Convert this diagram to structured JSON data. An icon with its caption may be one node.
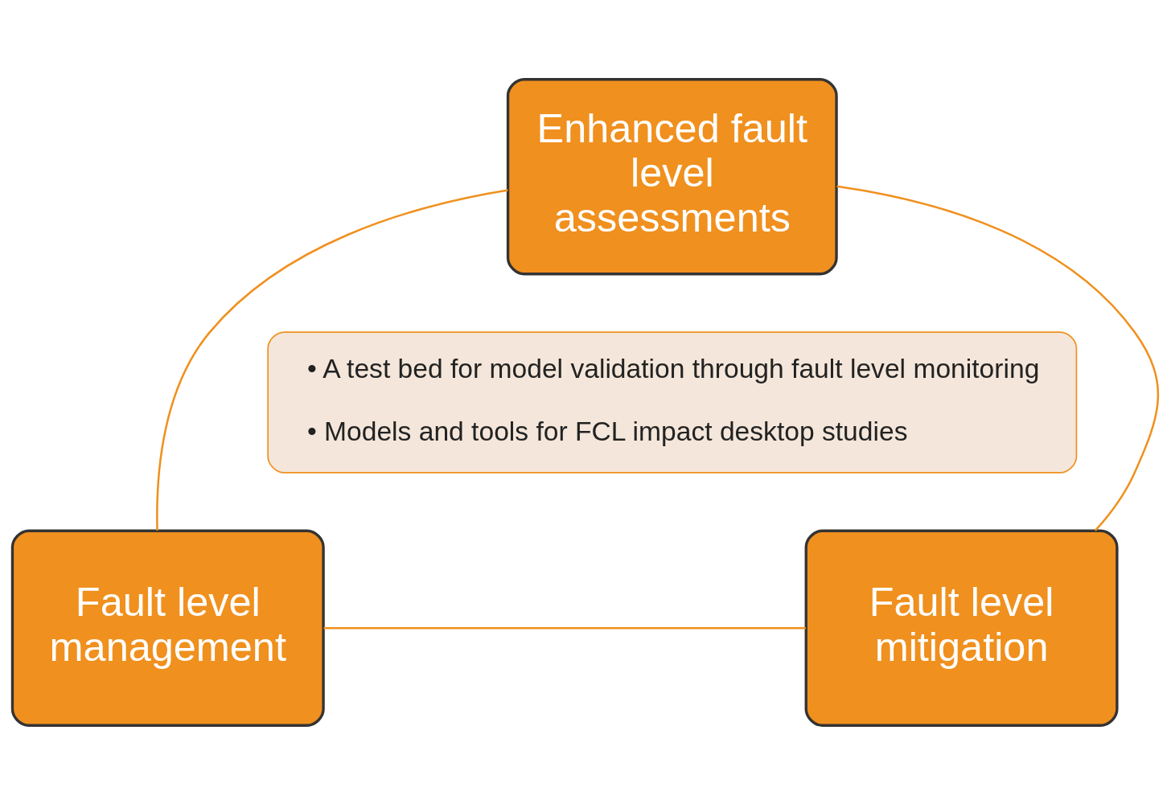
{
  "diagram": {
    "nodes": [
      {
        "text": [
          "Enhanced fault level assessments"
        ]
      },
      {
        "text": [
          "• A test bed for model validation through fault level monitoring",
          "• Models and tools for FCL impact desktop studies"
        ]
      },
      {
        "text": [
          "Fault level management"
        ]
      },
      {
        "text": [
          "Fault level mitigation"
        ]
      }
    ],
    "edges": [
      {
        "from": 0,
        "to": 2,
        "arrow": "none"
      },
      {
        "from": 0,
        "to": 3,
        "arrow": "none"
      },
      {
        "from": 2,
        "to": 3,
        "arrow": "none"
      }
    ]
  }
}
